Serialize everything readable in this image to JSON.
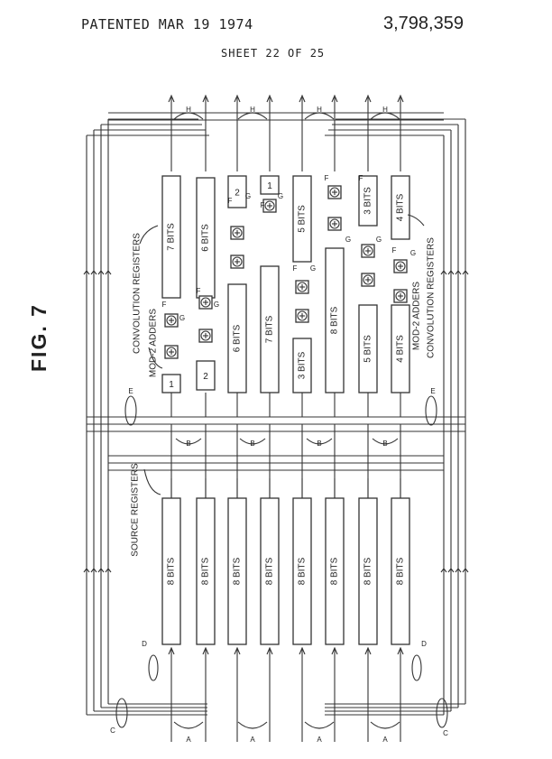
{
  "header": {
    "patented": "PATENTED MAR 19 1974",
    "patent_number": "3,798,359",
    "sheet": "SHEET 22 OF 25"
  },
  "figure_label": "FIG. 7",
  "source_bits": [
    "8 BITS",
    "8 BITS",
    "8 BITS",
    "8 BITS",
    "8 BITS",
    "8 BITS",
    "8 BITS",
    "8 BITS"
  ],
  "conv_bits": [
    "7 BITS",
    "6 BITS",
    "6 BITS",
    "7 BITS",
    "3 BITS",
    "8 BITS",
    "5 BITS",
    "4 BITS"
  ],
  "upper_bits": [
    "",
    "",
    "",
    "",
    "5 BITS",
    "",
    "3 BITS",
    "4 BITS"
  ],
  "small_regs": [
    "1",
    "2",
    "2",
    "1"
  ],
  "labels": {
    "source_registers": "SOURCE REGISTERS",
    "convolution_registers": "CONVOLUTION REGISTERS",
    "mod2_adders": "MOD-2 ADDERS",
    "A": "A",
    "B": "B",
    "C": "C",
    "D": "D",
    "E": "E",
    "F": "F",
    "G": "G",
    "H": "H"
  }
}
